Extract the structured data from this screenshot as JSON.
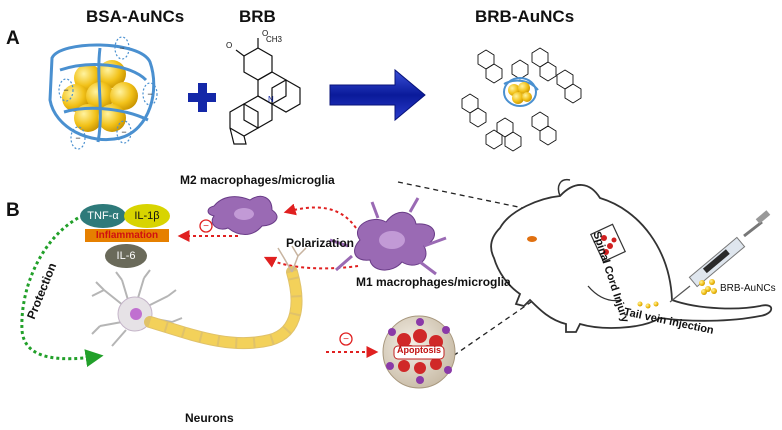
{
  "headers": {
    "bsa_aunc": "BSA-AuNCs",
    "brb": "BRB",
    "brb_aunc": "BRB-AuNCs"
  },
  "panels": {
    "a": "A",
    "b": "B"
  },
  "brb_structure": {
    "methoxy1": "O",
    "methoxy2": "O",
    "methyl": "CH3",
    "nitrogen": "N"
  },
  "macrophages": {
    "m2": "M2 macrophages/microglia",
    "m1": "M1 macrophages/microglia",
    "polarization": "Polarization"
  },
  "cytokines": {
    "tnf": "TNF-α",
    "il1b": "IL-1β",
    "inflammation": "Inflammation",
    "il6": "IL-6"
  },
  "protection": "Protection",
  "neurons": "Neurons",
  "apoptosis": "Apoptosis",
  "inhibit_symbol": "−",
  "mouse": {
    "injury": "Spinal Cord Injury",
    "injection": "Tail vein injection",
    "particles": "BRB-AuNCs"
  },
  "colors": {
    "gold": "#f2c21a",
    "blue_ring": "#4a90d0",
    "arrow_blue": "#0a1a9a",
    "inhibit_red": "#e02020",
    "protect_green": "#22a02a",
    "cell_purple": "#9a6ab4",
    "neuron_yellow": "#f3d15a"
  }
}
